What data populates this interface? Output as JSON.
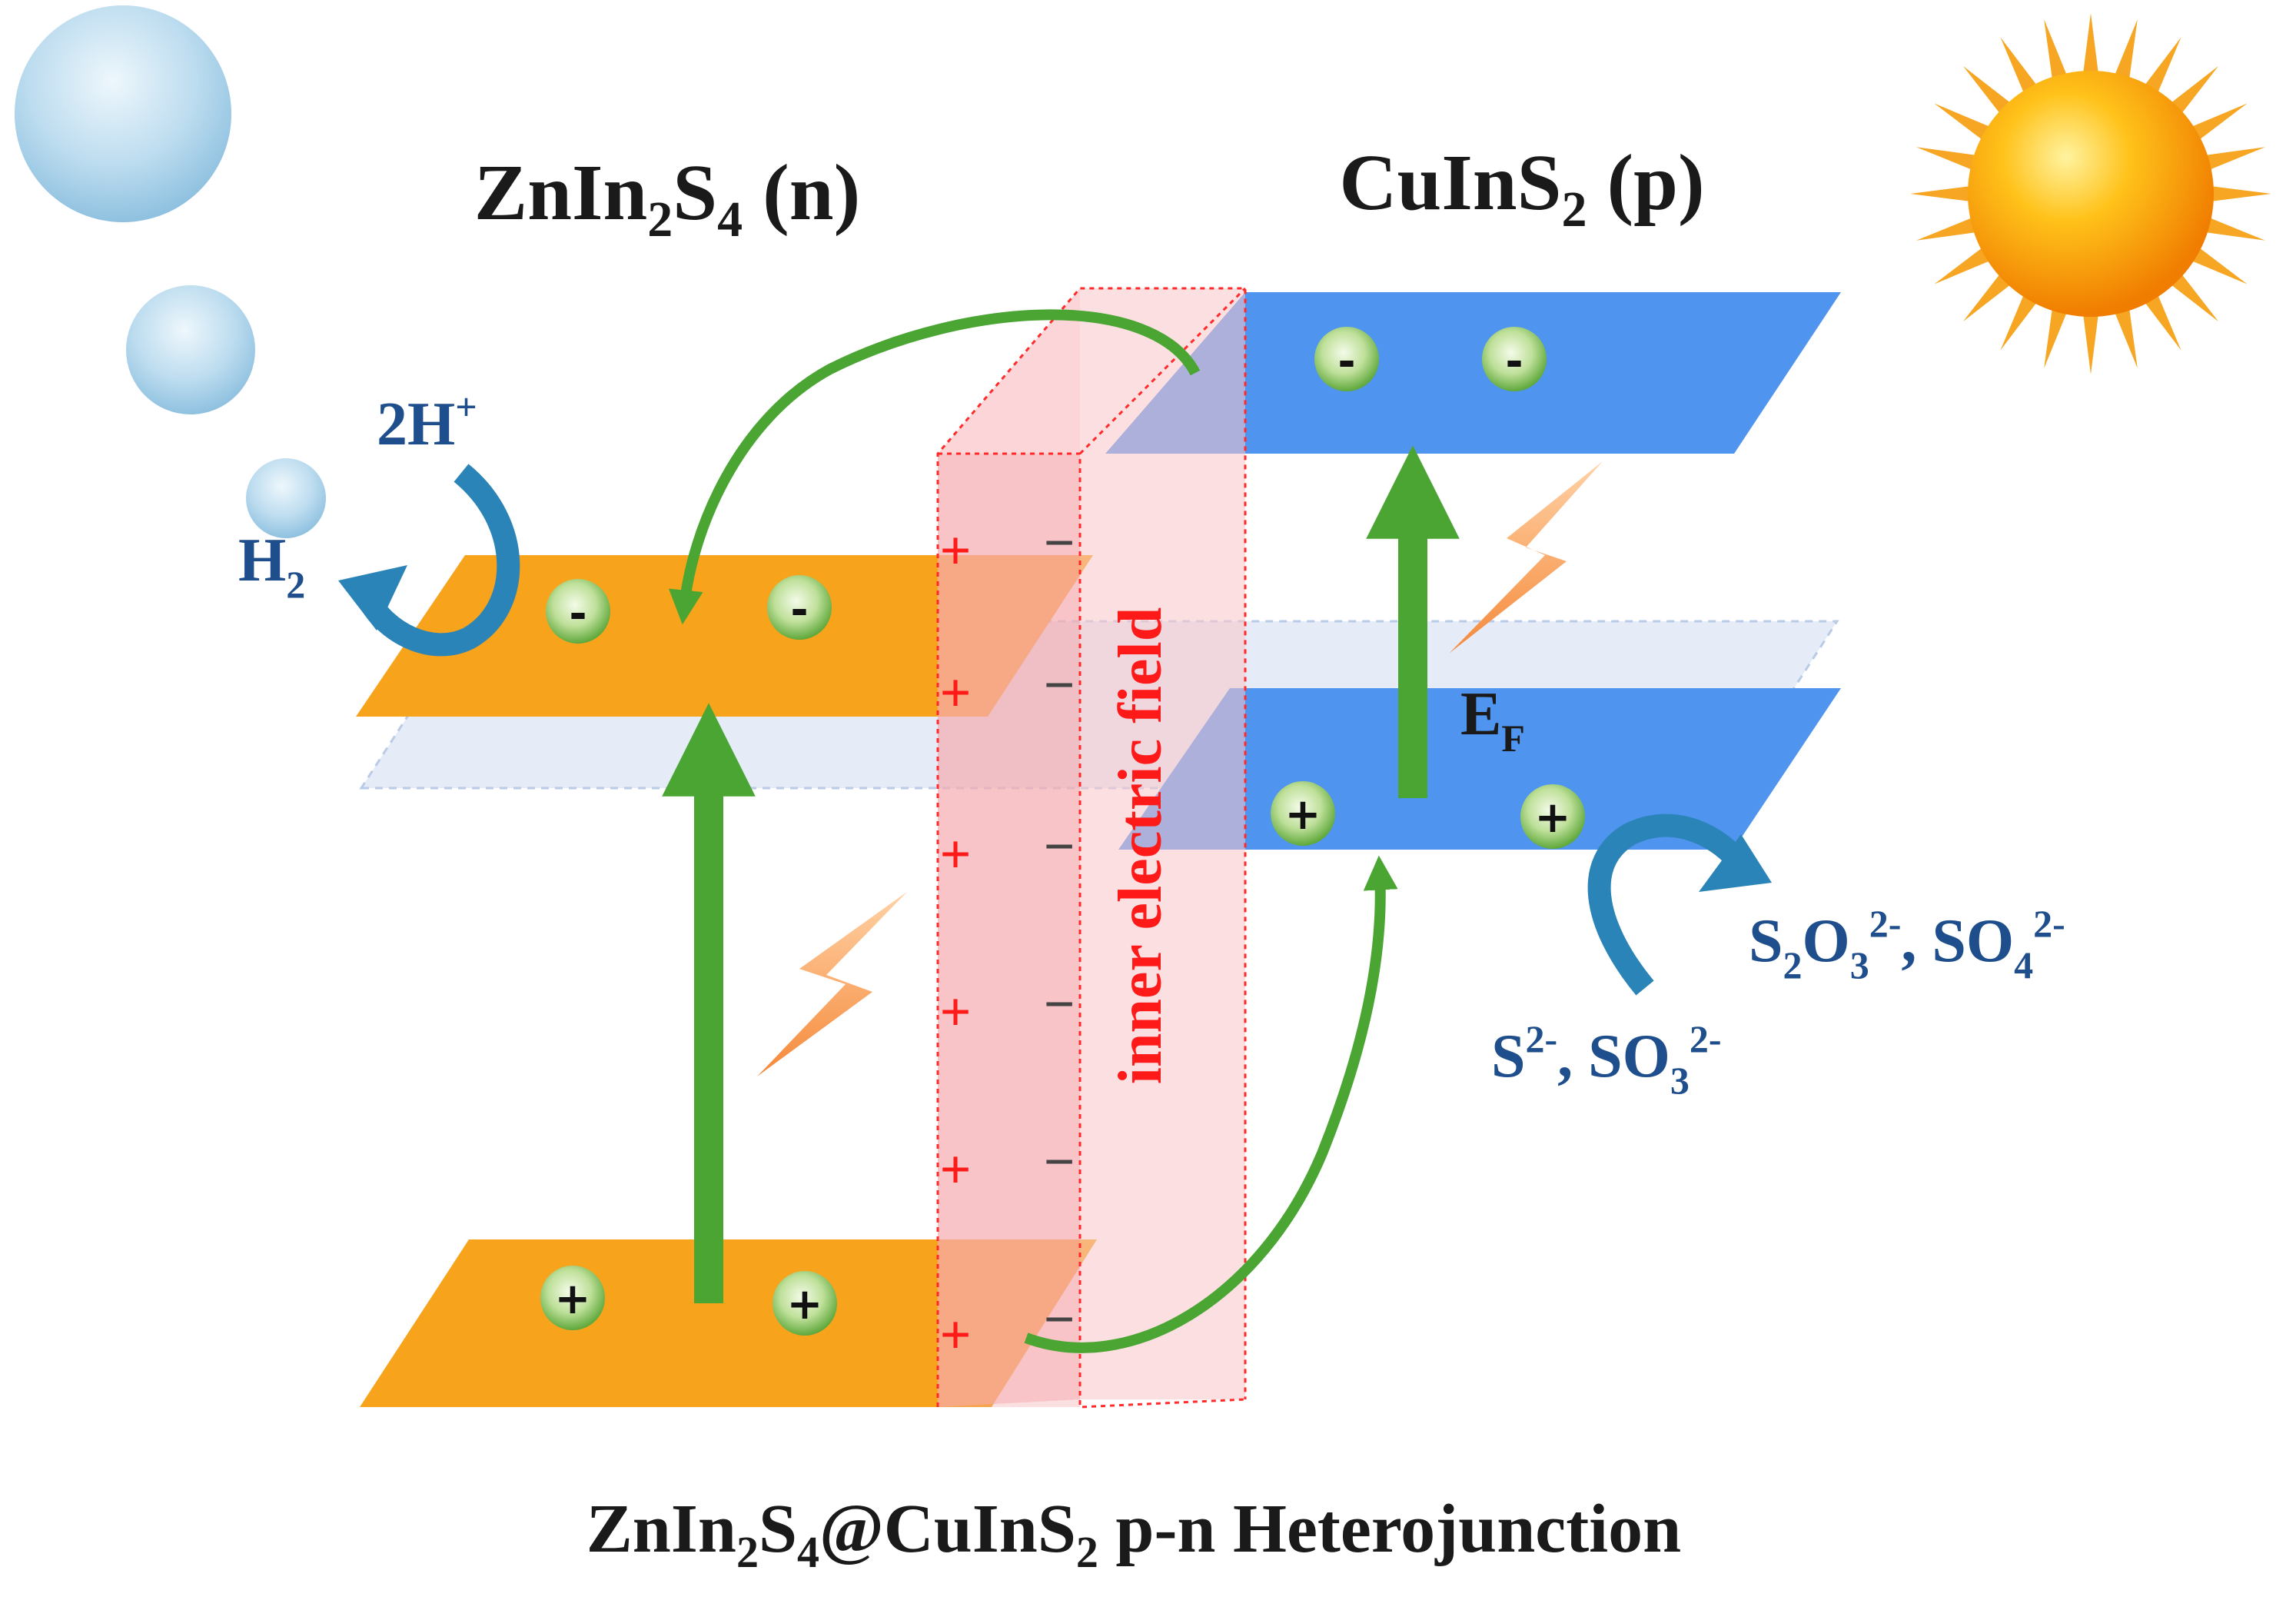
{
  "diagram": {
    "left_material": {
      "base": "ZnIn",
      "sub1": "2",
      "mid": "S",
      "sub2": "4",
      "tail": " (n)"
    },
    "right_material": {
      "base": "CuInS",
      "sub1": "2",
      "tail": " (p)"
    },
    "caption": {
      "a": "ZnIn",
      "a_sub": "2",
      "b": "S",
      "b_sub": "4",
      "c": "@CuInS",
      "c_sub": "2",
      "d": " p-n Heterojunction"
    },
    "field_label": "inner electric field",
    "fermi": {
      "base": "E",
      "sub": "F"
    },
    "reactants_h": {
      "base": "2H",
      "sup": "+"
    },
    "product_h": {
      "base": "H",
      "sub": "2"
    },
    "reactants_s": {
      "a": "S",
      "a_sup": "2-",
      "b": ", SO",
      "b_sub": "3",
      "b_sup": "2-"
    },
    "products_s": {
      "a": "S",
      "a_sub": "2",
      "b": "O",
      "b_sub": "3",
      "b_sup": "2-",
      "c": ", SO",
      "c_sub": "4",
      "c_sup": "2-"
    },
    "electron_symbol": "-",
    "hole_symbol": "+",
    "field_plus": "+",
    "field_minus": "−"
  },
  "colors": {
    "n_band": "#f7a31c",
    "p_band": "#4f94ef",
    "fermi_plane": "#dce6f5",
    "field_region": "#f9c6c8",
    "arrow_green": "#4aa532",
    "arrow_blue": "#2a84b8",
    "label_blue": "#1f4e8c"
  }
}
